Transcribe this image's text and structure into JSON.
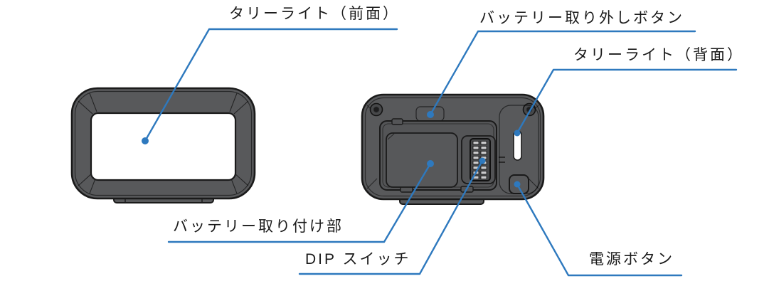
{
  "diagram": {
    "type": "device-parts-callout-diagram",
    "colors": {
      "leader_blue": "#2e79be",
      "device_body_gray": "#58595b",
      "recess_gray": "#525355",
      "outline_black": "#1a1a1a",
      "window_white": "#ffffff",
      "label_text": "#1a1a1a"
    },
    "labels": {
      "tally_front": "タリーライト（前面）",
      "battery_release": "バッテリー取り外しボタン",
      "tally_back": "タリーライト（背面）",
      "battery_mount": "バッテリー取り付け部",
      "dip_switch": "DIP スイッチ",
      "power_button": "電源ボタン"
    },
    "views": {
      "front_view_part": "タリーライト（前面）",
      "back_view_parts": [
        "バッテリー取り外しボタン",
        "タリーライト（背面）",
        "バッテリー取り付け部",
        "DIP スイッチ",
        "電源ボタン"
      ]
    }
  }
}
